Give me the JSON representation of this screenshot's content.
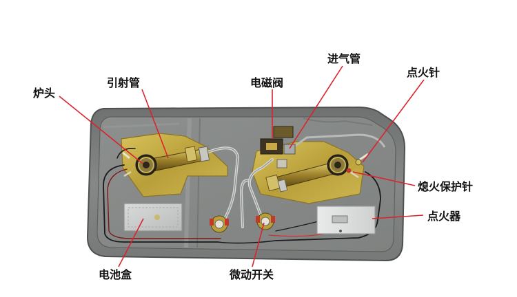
{
  "labels": {
    "burner_head": "炉头",
    "injection_pipe": "引射管",
    "solenoid_valve": "电磁阀",
    "gas_inlet_pipe": "进气管",
    "ignition_needle": "点火针",
    "flame_protection_needle": "熄火保护针",
    "igniter": "点火器",
    "battery_box": "电池盒",
    "micro_switch": "微动开关"
  },
  "colors": {
    "leader_line": "#d9232d",
    "label_text": "#111111",
    "tray": "#7b7e7c",
    "brass_plate": "#c9b24a",
    "background": "#ffffff"
  }
}
